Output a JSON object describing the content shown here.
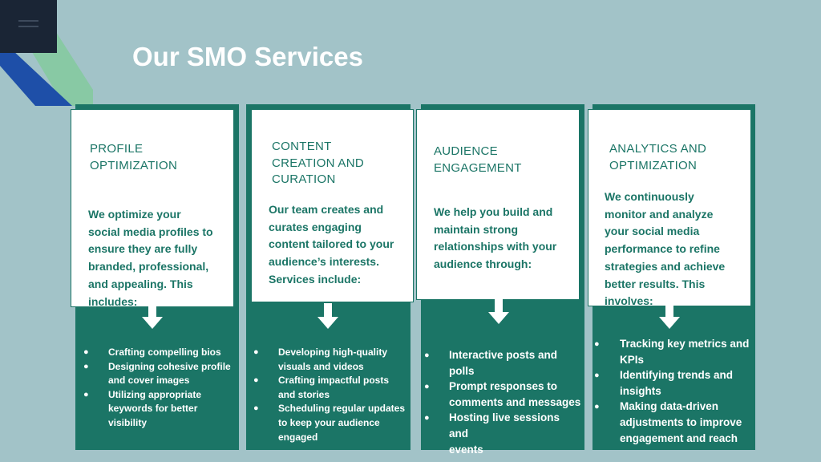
{
  "title": "Our SMO Services",
  "cards": [
    {
      "heading_lines": [
        "PROFILE",
        "OPTIMIZATION"
      ],
      "desc_lines": [
        "We optimize your",
        "social media profiles to",
        "ensure they are fully",
        "branded, professional,",
        "and appealing. This",
        "includes:"
      ],
      "points": [
        [
          "Crafting compelling bios"
        ],
        [
          "Designing cohesive profile",
          "and cover images"
        ],
        [
          "Utilizing appropriate",
          "keywords for better",
          "visibility"
        ]
      ]
    },
    {
      "heading_lines": [
        "CONTENT",
        "CREATION AND",
        "CURATION"
      ],
      "desc_lines": [
        "Our team creates and",
        "curates engaging",
        "content tailored to your",
        "audience’s interests.",
        "Services include:"
      ],
      "points": [
        [
          "Developing high-quality",
          "visuals and videos"
        ],
        [
          "Crafting impactful posts",
          "and stories"
        ],
        [
          "Scheduling regular updates",
          "to keep your audience",
          "engaged"
        ]
      ]
    },
    {
      "heading_lines": [
        "AUDIENCE",
        "ENGAGEMENT"
      ],
      "desc_lines": [
        "We help you build and",
        "maintain strong",
        "relationships with your",
        "audience through:"
      ],
      "points": [
        [
          "Interactive posts and polls"
        ],
        [
          "Prompt responses to",
          "comments and messages"
        ],
        [
          "Hosting live sessions and",
          "events"
        ]
      ]
    },
    {
      "heading_lines": [
        "ANALYTICS AND",
        "OPTIMIZATION"
      ],
      "desc_lines": [
        "We continuously",
        "monitor and analyze",
        "your social media",
        "performance to refine",
        "strategies and achieve",
        "better results. This",
        "involves:"
      ],
      "points": [
        [
          "Tracking key metrics and",
          "KPIs"
        ],
        [
          "Identifying trends and",
          "insights"
        ],
        [
          "Making data-driven",
          "adjustments to improve",
          "engagement and reach"
        ]
      ]
    }
  ],
  "bullet_glyph": "●",
  "colors": {
    "background": "#a2c3c8",
    "teal": "#1b7566",
    "dark": "#1a2535",
    "blue": "#1e4fa8",
    "green": "#88c9a4"
  }
}
